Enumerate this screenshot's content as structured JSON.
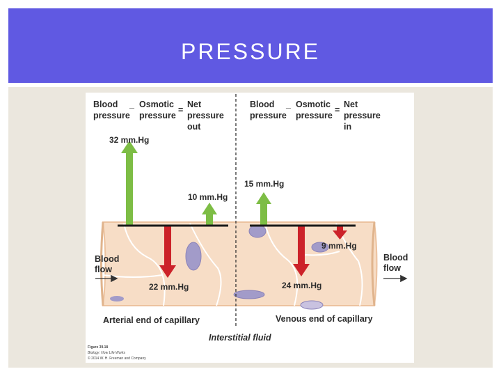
{
  "slide": {
    "title": "PRESSURE"
  },
  "figure": {
    "left_equation": {
      "term1": [
        "Blood",
        "pressure"
      ],
      "minus": "_",
      "term2": [
        "Osmotic",
        "pressure"
      ],
      "equals": "=",
      "result": [
        "Net",
        "pressure",
        "out"
      ]
    },
    "right_equation": {
      "term1": [
        "Blood",
        "pressure"
      ],
      "minus": "_",
      "term2": [
        "Osmotic",
        "pressure"
      ],
      "equals": "=",
      "result": [
        "Net",
        "pressure",
        "in"
      ]
    },
    "pressures": {
      "arterial_blood": "32 mm.Hg",
      "arterial_net_out": "10 mm.Hg",
      "arterial_osmotic": "22 mm.Hg",
      "venous_blood": "15 mm.Hg",
      "venous_net_in": "9 mm.Hg",
      "venous_osmotic": "24 mm.Hg"
    },
    "blood_flow_left": [
      "Blood",
      "flow"
    ],
    "blood_flow_right": [
      "Blood",
      "flow"
    ],
    "arterial_end": "Arterial end of capillary",
    "venous_end": "Venous end of capillary",
    "interstitial_fluid": "Interstitial fluid",
    "credit": [
      "Figure 39.18",
      "Biology: How Life Works",
      "© 2014 W. H. Freeman and Company"
    ],
    "colors": {
      "up_arrow": "#7dbd45",
      "down_arrow": "#cc2229",
      "capillary": "#f7ddc6",
      "capillary_edge": "#ecc29f",
      "nucleus": "#a29bc9"
    }
  }
}
